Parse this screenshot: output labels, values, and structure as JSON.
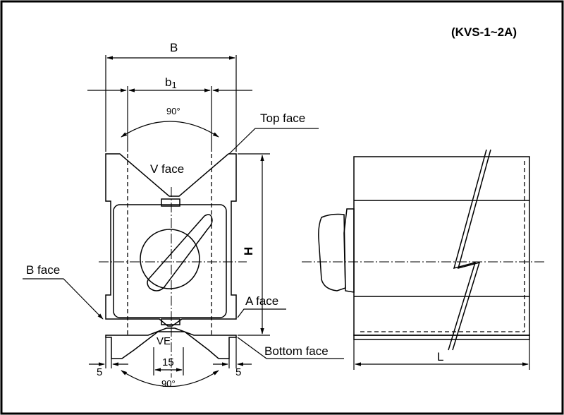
{
  "model": "(KVS-1~2A)",
  "dims": {
    "B": "B",
    "b1": "b",
    "b1_sub": "1",
    "H": "H",
    "L": "L",
    "angle_top": "90°",
    "angle_bottom": "90°",
    "width_15": "15",
    "margin_left": "5",
    "margin_right": "5"
  },
  "faces": {
    "top": "Top face",
    "v": "V face",
    "b": "B face",
    "a": "A face",
    "bottom": "Bottom face",
    "ve": "VE"
  }
}
